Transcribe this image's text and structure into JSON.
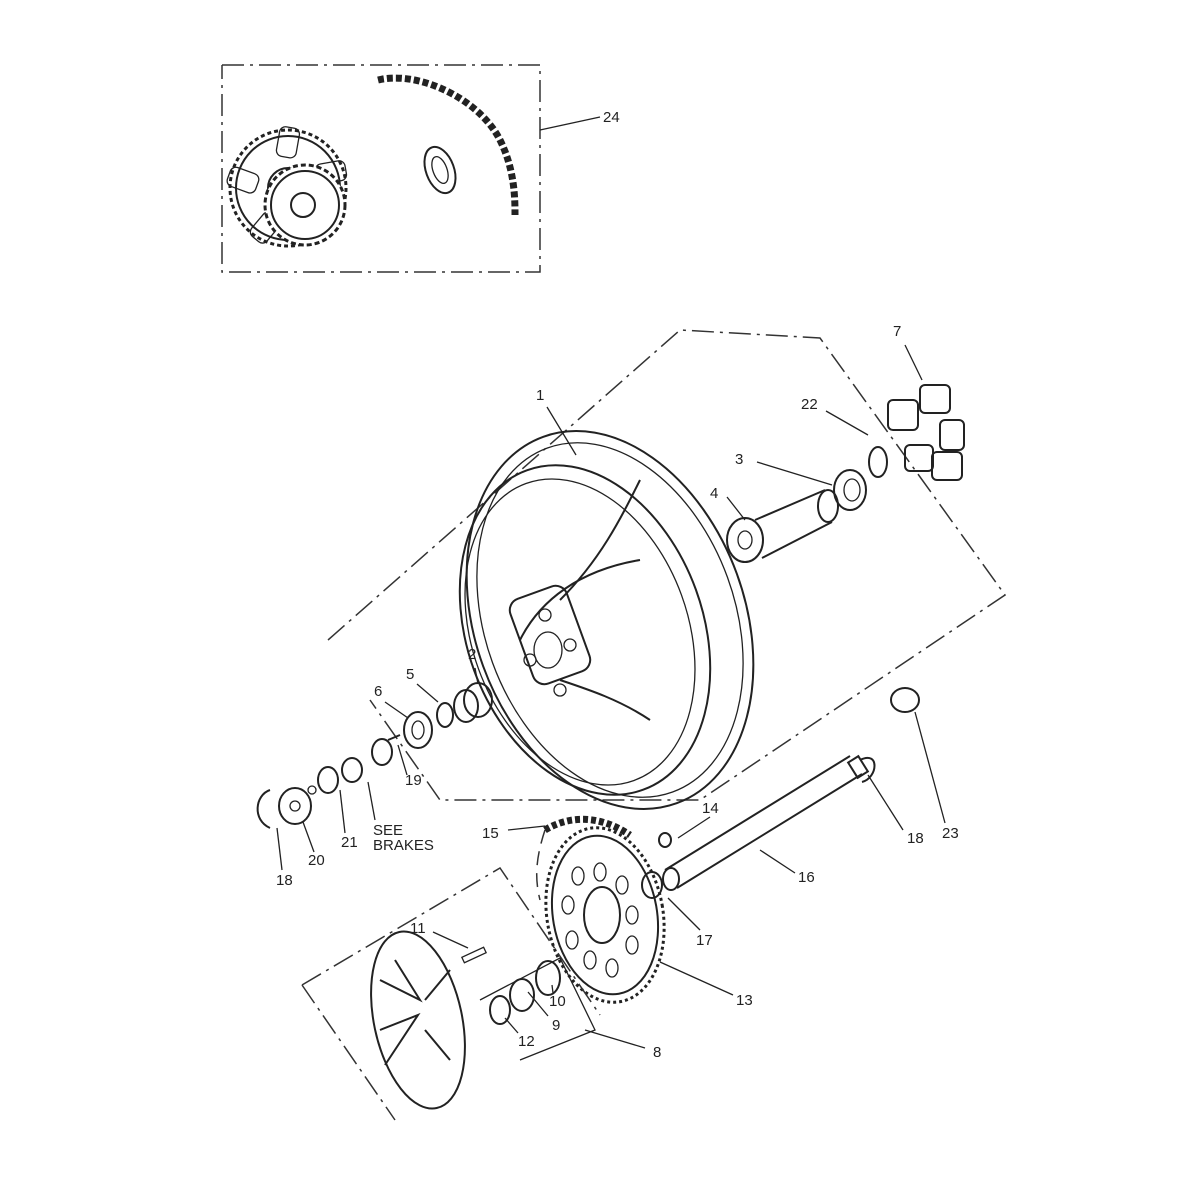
{
  "title": "Rear wheel, final drive exploded parts diagram",
  "callouts": [
    {
      "id": "c24",
      "text": "24"
    },
    {
      "id": "c1",
      "text": "1"
    },
    {
      "id": "c7",
      "text": "7"
    },
    {
      "id": "c22",
      "text": "22"
    },
    {
      "id": "c3",
      "text": "3"
    },
    {
      "id": "c4",
      "text": "4"
    },
    {
      "id": "c2",
      "text": "2"
    },
    {
      "id": "c5",
      "text": "5"
    },
    {
      "id": "c6",
      "text": "6"
    },
    {
      "id": "c19",
      "text": "19"
    },
    {
      "id": "c21",
      "text": "21"
    },
    {
      "id": "c20",
      "text": "20"
    },
    {
      "id": "c18a",
      "text": "18"
    },
    {
      "id": "c18b",
      "text": "18"
    },
    {
      "id": "c23",
      "text": "23"
    },
    {
      "id": "c14",
      "text": "14"
    },
    {
      "id": "c15",
      "text": "15"
    },
    {
      "id": "c16",
      "text": "16"
    },
    {
      "id": "c17",
      "text": "17"
    },
    {
      "id": "c11",
      "text": "11"
    },
    {
      "id": "c13",
      "text": "13"
    },
    {
      "id": "c10",
      "text": "10"
    },
    {
      "id": "c9",
      "text": "9"
    },
    {
      "id": "c12",
      "text": "12"
    },
    {
      "id": "c8",
      "text": "8"
    }
  ],
  "note": {
    "line1": "SEE",
    "line2": "BRAKES"
  }
}
